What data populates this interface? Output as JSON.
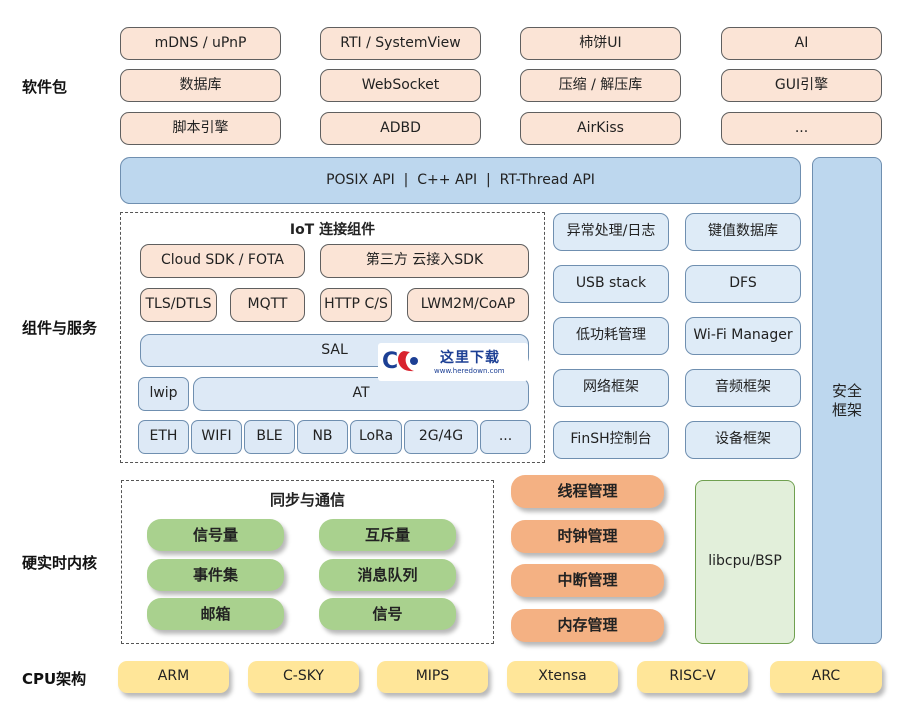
{
  "layers": {
    "packages": "软件包",
    "components": "组件与服务",
    "kernel": "硬实时内核",
    "cpu": "CPU架构"
  },
  "packages": [
    "mDNS / uPnP",
    "RTI / SystemView",
    "柿饼UI",
    "AI",
    "数据库",
    "WebSocket",
    "压缩 / 解压库",
    "GUI引擎",
    "脚本引擎",
    "ADBD",
    "AirKiss",
    "..."
  ],
  "api_bar": "POSIX API  |  C++ API  |  RT-Thread API",
  "security": "安全\n框架",
  "iot": {
    "title": "IoT 连接组件",
    "cloud": [
      "Cloud SDK / FOTA",
      "第三方 云接入SDK"
    ],
    "protocols": [
      "TLS/DTLS",
      "MQTT",
      "HTTP C/S",
      "LWM2M/CoAP"
    ],
    "sal": "SAL",
    "lwip": "lwip",
    "at": "AT",
    "links": [
      "ETH",
      "WIFI",
      "BLE",
      "NB",
      "LoRa",
      "2G/4G",
      "..."
    ]
  },
  "services": [
    "异常处理/日志",
    "键值数据库",
    "USB stack",
    "DFS",
    "低功耗管理",
    "Wi-Fi Manager",
    "网络框架",
    "音频框架",
    "FinSH控制台",
    "设备框架"
  ],
  "sync": {
    "title": "同步与通信",
    "items": [
      "信号量",
      "互斥量",
      "事件集",
      "消息队列",
      "邮箱",
      "信号"
    ]
  },
  "kernel_mgmt": [
    "线程管理",
    "时钟管理",
    "中断管理",
    "内存管理"
  ],
  "libcpu": "libcpu/BSP",
  "cpus": [
    "ARM",
    "C-SKY",
    "MIPS",
    "Xtensa",
    "RISC-V",
    "ARC"
  ],
  "watermark": {
    "text": "这里下载",
    "url": "www.heredown.com",
    "colors": {
      "ring": "#d9232e",
      "text": "#1c3f94"
    }
  }
}
